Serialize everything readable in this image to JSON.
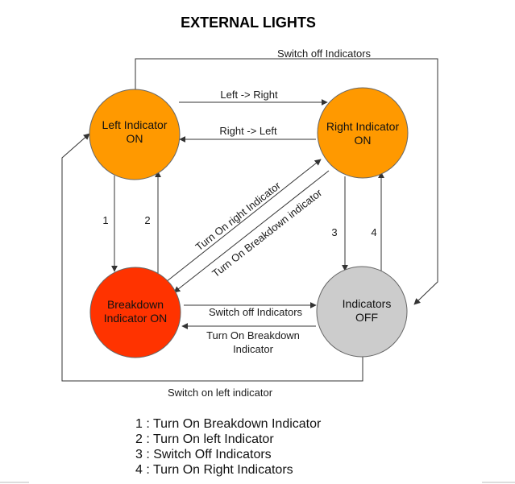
{
  "title": "EXTERNAL LIGHTS",
  "nodes": {
    "left_indicator": {
      "lines": [
        "Left Indicator",
        "ON"
      ],
      "color": "#ff9900"
    },
    "right_indicator": {
      "lines": [
        "Right Indicator",
        "ON"
      ],
      "color": "#ff9900"
    },
    "breakdown": {
      "lines": [
        "Breakdown",
        "Indicator ON"
      ],
      "color": "#ff3300"
    },
    "indicators_off": {
      "lines": [
        "Indicators",
        "OFF"
      ],
      "color": "#cccccc"
    }
  },
  "edges": {
    "switch_off_top": "Switch off Indicators",
    "left_to_right": "Left -> Right",
    "right_to_left": "Right -> Left",
    "num_1": "1",
    "num_2": "2",
    "num_3": "3",
    "num_4": "4",
    "turn_on_right": "Turn On right Indicator",
    "turn_on_breakdown_diag": "Turn On Breakdown indicator",
    "switch_off_mid": "Switch off Indicators",
    "turn_on_breakdown_lines": [
      "Turn On Breakdown",
      "Indicator"
    ],
    "switch_on_left": "Switch on left indicator"
  },
  "legend": [
    "1 : Turn On Breakdown Indicator",
    "2 : Turn On left Indicator",
    "3 : Switch Off Indicators",
    "4 : Turn On Right Indicators"
  ]
}
